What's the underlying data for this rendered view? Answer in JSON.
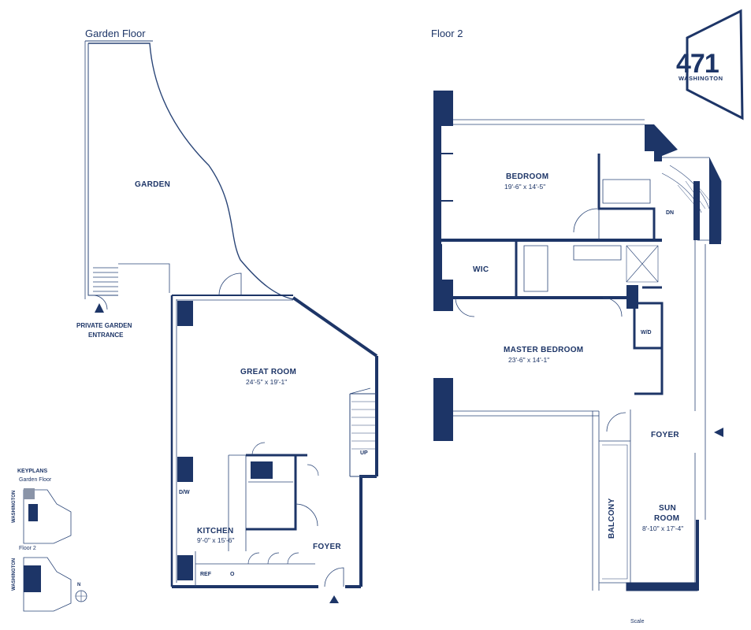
{
  "floors": {
    "garden_floor": "Garden Floor",
    "floor_2": "Floor 2"
  },
  "logo": {
    "number": "471",
    "word": "WASHINGTON"
  },
  "garden_floor": {
    "garden": "GARDEN",
    "private_garden_entrance_line1": "PRIVATE GARDEN",
    "private_garden_entrance_line2": "ENTRANCE",
    "great_room": "GREAT ROOM",
    "great_room_dim": "24'-5\" x 19'-1\"",
    "kitchen": "KITCHEN",
    "kitchen_dim": "9'-0\" x 15'-6\"",
    "foyer": "FOYER",
    "dw": "D/W",
    "ref": "REF",
    "oven": "O",
    "up": "UP"
  },
  "floor2": {
    "bedroom": "BEDROOM",
    "bedroom_dim": "19'-6\" x 14'-5\"",
    "wic": "WIC",
    "master_bedroom": "MASTER BEDROOM",
    "master_bedroom_dim": "23'-6\" x 14'-1\"",
    "wd": "W/D",
    "foyer": "FOYER",
    "dn": "DN",
    "balcony": "BALCONY",
    "sun_room": "SUN",
    "sun_room_line2": "ROOM",
    "sun_room_dim": "8'-10\" x 17'-4\""
  },
  "keyplans": {
    "title": "KEYPLANS",
    "garden_floor": "Garden Floor",
    "floor_2": "Floor 2",
    "street": "WASHINGTON",
    "north": "N"
  },
  "scale": "Scale",
  "colors": {
    "wall": "#1d3567",
    "line": "#2a4577"
  }
}
